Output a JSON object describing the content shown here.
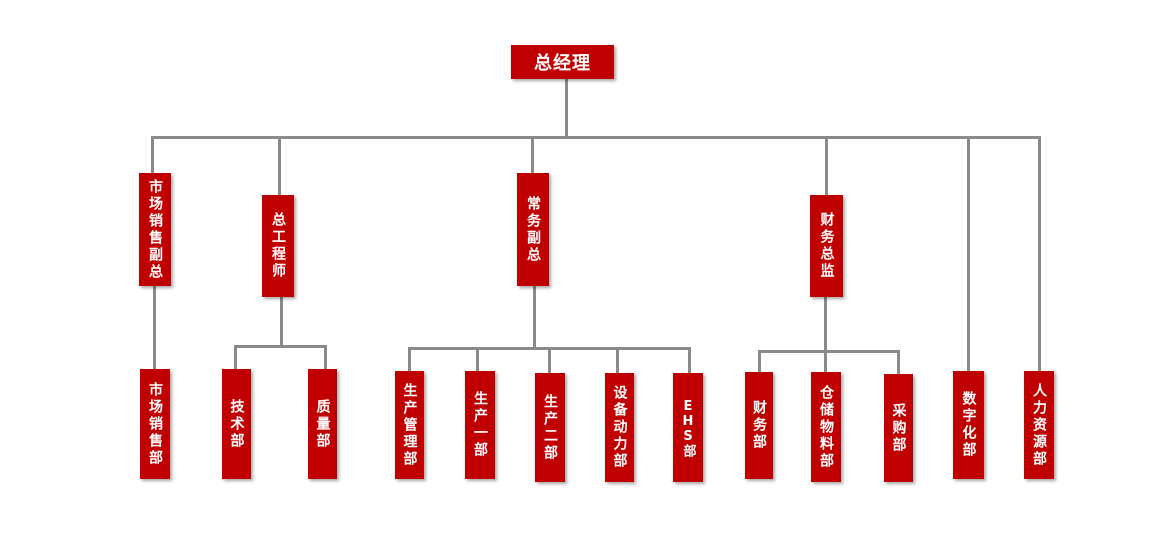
{
  "colors": {
    "box": "#c00000",
    "text": "#ffffff",
    "connector": "#8a8a8a"
  },
  "nodes": {
    "ceo": "总经理",
    "vp_sales": "市场销售副总",
    "chief_engineer": "总工程师",
    "executive_vp": "常务副总",
    "cfo": "财务总监",
    "sales_dept": "市场销售部",
    "tech_dept": "技术部",
    "quality_dept": "质量部",
    "prod_mgmt": "生产管理部",
    "prod_1": "生产一部",
    "prod_2": "生产二部",
    "equipment_power": "设备动力部",
    "ehs": "EHS部",
    "finance_dept": "财务部",
    "warehouse": "仓储物料部",
    "purchasing": "采购部",
    "digitalization": "数字化部",
    "hr": "人力资源部"
  }
}
